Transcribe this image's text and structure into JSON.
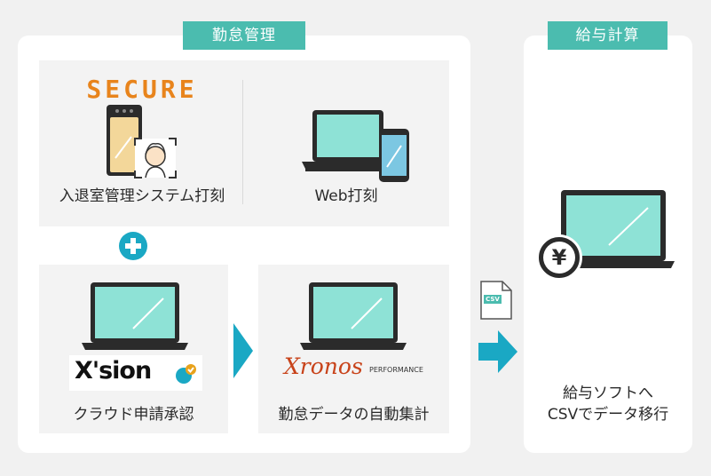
{
  "attendance": {
    "title": "勤怠管理",
    "secure_logo": "SECURE",
    "entry_label": "入退室管理システム打刻",
    "web_label": "Web打刻",
    "xsion_logo": "X'sion",
    "cloud_label": "クラウド申請承認",
    "xronos_logo": "Xronos",
    "xronos_sub": "PERFORMANCE",
    "auto_label": "勤怠データの自動集計"
  },
  "payroll": {
    "title": "給与計算",
    "yen_symbol": "¥",
    "line1": "給与ソフトへ",
    "line2": "CSVでデータ移行"
  },
  "csv_badge": "CSV",
  "colors": {
    "teal": "#4bbcaf",
    "arrow": "#1aa8c4",
    "screen": "#8ee2d6",
    "orange": "#e8841c",
    "xronos_red": "#c8431a"
  }
}
